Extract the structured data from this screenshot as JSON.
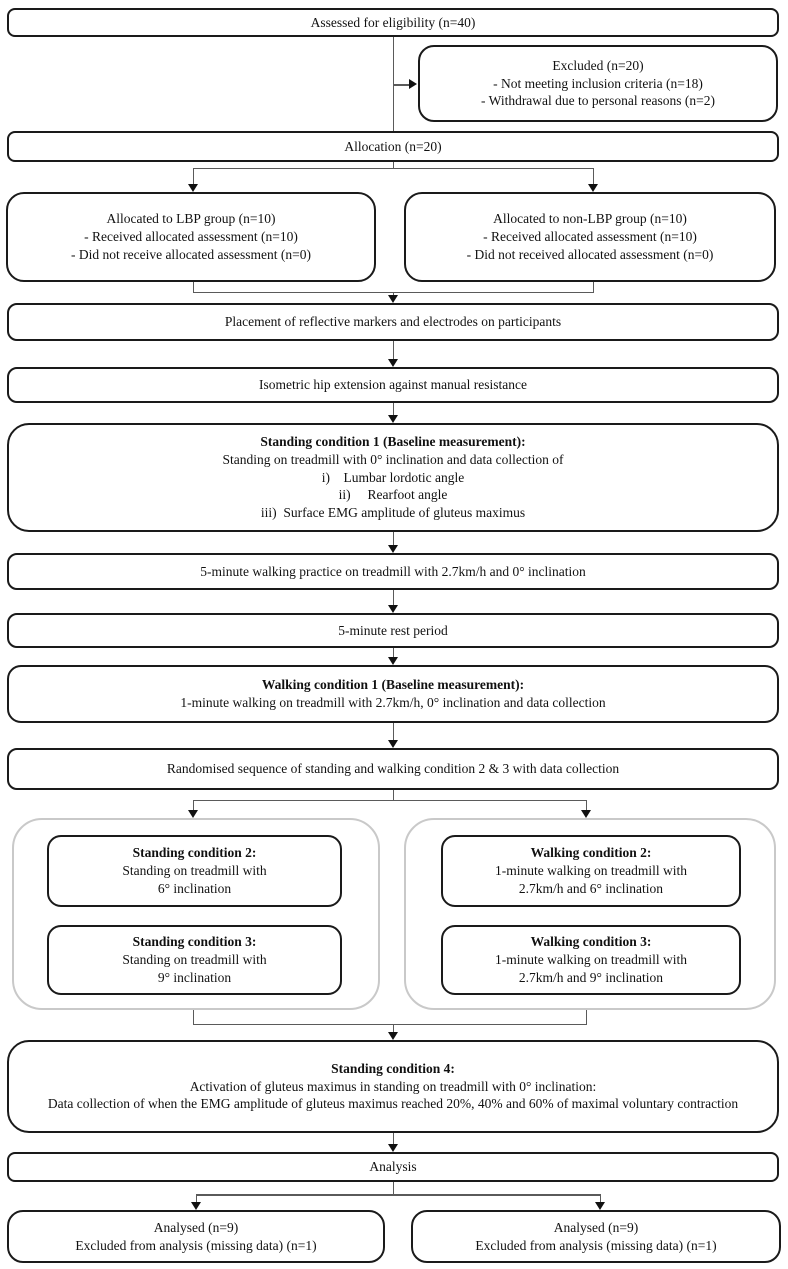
{
  "colors": {
    "background": "#ffffff",
    "box_border": "#1a1a1a",
    "group_border": "#c9c9c9",
    "connector_line": "#5a5a5a",
    "arrowhead": "#111111",
    "text": "#111111"
  },
  "boxes": {
    "assessed": {
      "text": "Assessed for eligibility (n=40)"
    },
    "excluded": {
      "line1": "Excluded (n=20)",
      "line2": "- Not meeting inclusion criteria (n=18)",
      "line3": "- Withdrawal due to personal reasons (n=2)"
    },
    "allocation": {
      "text": "Allocation (n=20)"
    },
    "allocated_lbp": {
      "line1": "Allocated to LBP group (n=10)",
      "line2": "- Received allocated assessment (n=10)",
      "line3": "- Did not receive allocated assessment (n=0)"
    },
    "allocated_non_lbp": {
      "line1": "Allocated to non-LBP group (n=10)",
      "line2": "- Received allocated assessment (n=10)",
      "line3": "- Did not received allocated assessment (n=0)"
    },
    "placement": {
      "text": "Placement of reflective markers and electrodes on participants"
    },
    "isometric": {
      "text": "Isometric hip extension against manual resistance"
    },
    "standing1": {
      "title": "Standing condition 1 (Baseline measurement):",
      "subtitle": "Standing on treadmill with 0° inclination and data collection of",
      "item1": "i)    Lumbar lordotic angle",
      "item2": "ii)     Rearfoot angle",
      "item3": "iii)  Surface EMG amplitude of gluteus maximus"
    },
    "practice": {
      "text": "5-minute walking practice on treadmill with 2.7km/h and 0° inclination"
    },
    "rest": {
      "text": "5-minute rest period"
    },
    "walking1": {
      "title": "Walking condition 1 (Baseline measurement):",
      "subtitle": "1-minute walking on treadmill with 2.7km/h, 0° inclination and data collection"
    },
    "randomised": {
      "text": "Randomised sequence of standing and walking condition 2 & 3 with data collection"
    },
    "standing2": {
      "title": "Standing condition 2:",
      "line2": "Standing on treadmill with",
      "line3": "6° inclination"
    },
    "standing3": {
      "title": "Standing condition 3:",
      "line2": "Standing on treadmill with",
      "line3": "9° inclination"
    },
    "walking2": {
      "title": "Walking condition 2:",
      "line2": "1-minute walking on treadmill with",
      "line3": "2.7km/h and 6° inclination"
    },
    "walking3": {
      "title": "Walking condition 3:",
      "line2": "1-minute walking on treadmill with",
      "line3": "2.7km/h and 9° inclination"
    },
    "standing4": {
      "title": "Standing condition 4:",
      "subtitle": "Activation of gluteus maximus in standing on treadmill with 0° inclination:",
      "body": "Data collection of when the EMG amplitude of gluteus maximus reached 20%, 40% and 60% of maximal voluntary contraction"
    },
    "analysis": {
      "text": "Analysis"
    },
    "analysed_left": {
      "line1": "Analysed (n=9)",
      "line2": "Excluded from analysis (missing data) (n=1)"
    },
    "analysed_right": {
      "line1": "Analysed (n=9)",
      "line2": "Excluded from analysis (missing data) (n=1)"
    }
  }
}
